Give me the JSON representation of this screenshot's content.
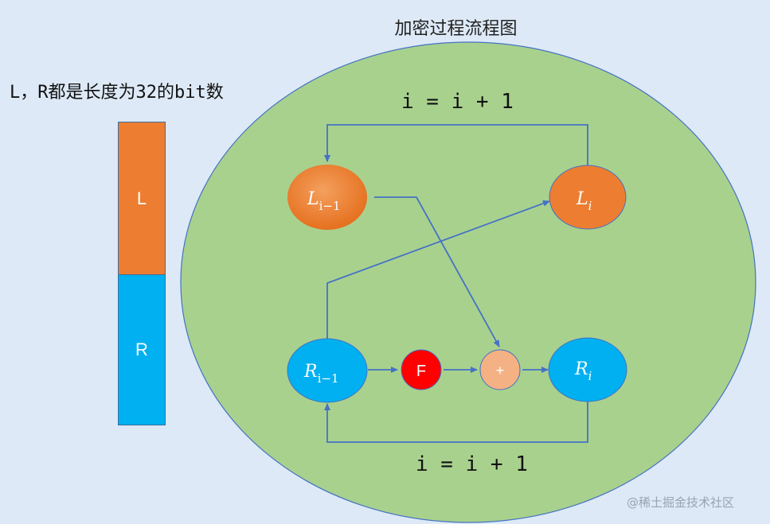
{
  "title": "加密过程流程图",
  "register_desc": "L，R都是长度为32的bit数",
  "bar": {
    "L_label": "L",
    "R_label": "R"
  },
  "nodes": {
    "l_prev": {
      "base": "L",
      "sub": "i−1"
    },
    "l_cur": {
      "base": "L",
      "sub": "i"
    },
    "r_prev": {
      "base": "R",
      "sub": "i−1"
    },
    "r_cur": {
      "base": "R",
      "sub": "i"
    },
    "f_func": "F",
    "xor": "+"
  },
  "loop_top": "i = i + 1",
  "loop_bottom": "i = i + 1",
  "watermark": "@稀土掘金技术社区",
  "colors": {
    "background": "#dde9f6",
    "ellipse": "#a9d18e",
    "L": "#ed7d31",
    "R": "#00b0f0",
    "F": "#ff0000",
    "xor": "#f4b183",
    "arrow": "#4472c4"
  }
}
